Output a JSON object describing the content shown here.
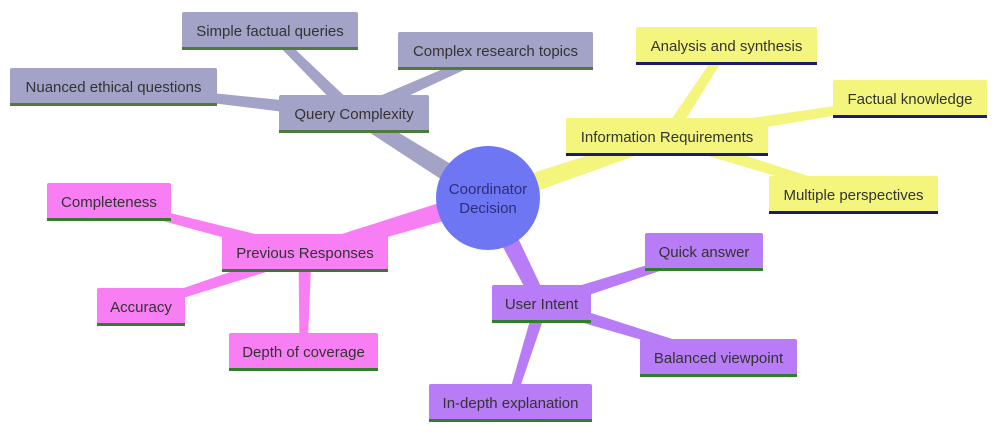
{
  "root": {
    "label_lines": [
      "Coordinator",
      "Decision"
    ],
    "color": "#6f76f4",
    "text_color": "#2a2f7a"
  },
  "branches": [
    {
      "id": "query-complexity",
      "label": "Query Complexity",
      "fill": "#a3a3c8",
      "edge": "#a3a3c8",
      "underline": "#4e7a3c",
      "children": [
        {
          "id": "simple-factual-queries",
          "label": "Simple factual queries"
        },
        {
          "id": "complex-research-topics",
          "label": "Complex research topics"
        },
        {
          "id": "nuanced-ethical-questions",
          "label": "Nuanced ethical questions"
        }
      ]
    },
    {
      "id": "information-requirements",
      "label": "Information Requirements",
      "fill": "#f4f57d",
      "edge": "#f4f57d",
      "underline": "#1b1a6e",
      "children": [
        {
          "id": "analysis-and-synthesis",
          "label": "Analysis and synthesis"
        },
        {
          "id": "factual-knowledge",
          "label": "Factual knowledge"
        },
        {
          "id": "multiple-perspectives",
          "label": "Multiple perspectives"
        }
      ]
    },
    {
      "id": "previous-responses",
      "label": "Previous Responses",
      "fill": "#f77ef3",
      "edge": "#f77ef3",
      "underline": "#2f7f2a",
      "children": [
        {
          "id": "completeness",
          "label": "Completeness"
        },
        {
          "id": "accuracy",
          "label": "Accuracy"
        },
        {
          "id": "depth-of-coverage",
          "label": "Depth of coverage"
        }
      ]
    },
    {
      "id": "user-intent",
      "label": "User Intent",
      "fill": "#b77cf6",
      "edge": "#b77cf6",
      "underline": "#2f7f2a",
      "children": [
        {
          "id": "quick-answer",
          "label": "Quick answer"
        },
        {
          "id": "balanced-viewpoint",
          "label": "Balanced viewpoint"
        },
        {
          "id": "in-depth-explanation",
          "label": "In-depth explanation"
        }
      ]
    }
  ]
}
